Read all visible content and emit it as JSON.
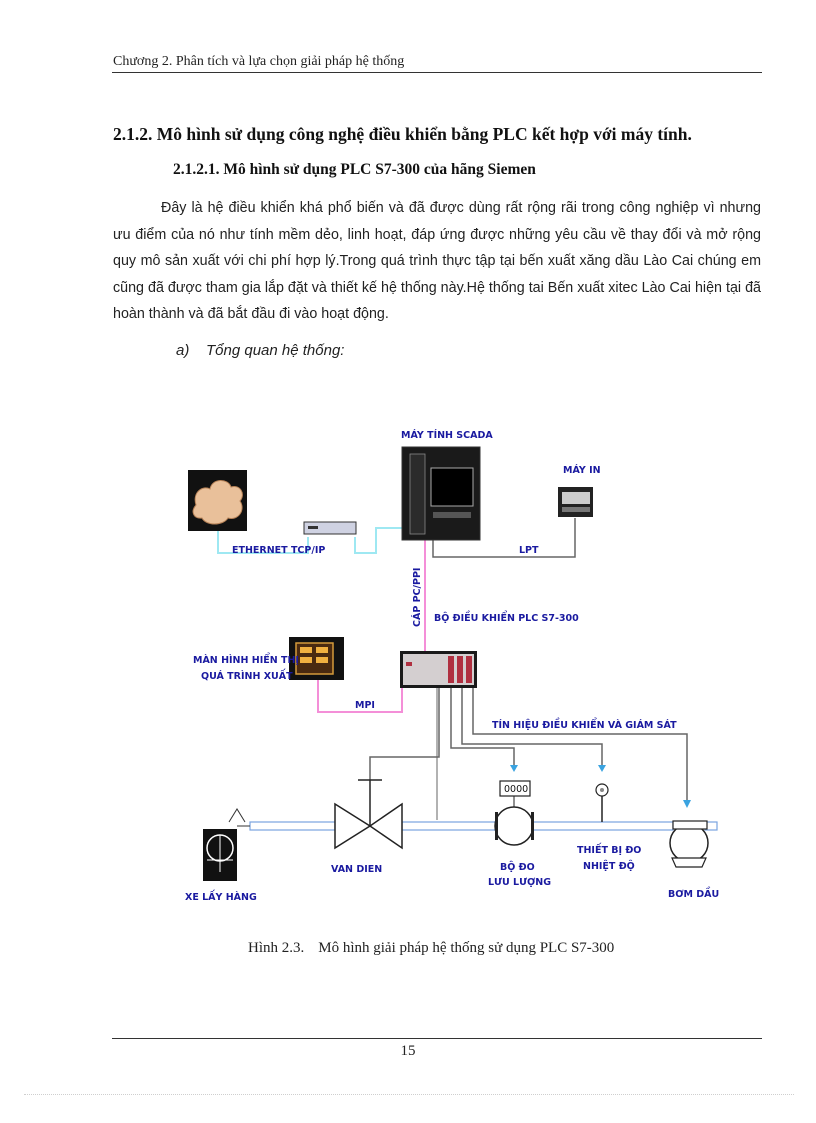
{
  "header": {
    "chapter_title": "Chương 2. Phân tích và lựa chọn giải pháp hệ thống"
  },
  "section": {
    "heading": "2.1.2.  Mô hình sử dụng công nghệ điều khiển bằng PLC kết hợp với  máy tính.",
    "subheading": "2.1.2.1. Mô hình sử dụng PLC S7-300 của hãng Siemen",
    "paragraph": "Đây là hệ điều khiển khá phổ biến và đã được dùng rất rộng rãi trong công nghiệp vì nhưng ưu điểm của nó như tính mềm dẻo, linh hoạt, đáp ứng được những  yêu cầu về thay đổi và mở rộng quy mô sản xuất với chi phí hợp lý.Trong  quá trình thực tập tại bến xuất xăng  dầu Lào  Cai  chúng  em  cũng  đã  được  tham  gia lắp đặt  và  thiết kế hệ thống này.Hệ thống tai Bến xuất xitec Lào Cai hiện tại đã hoàn thành và đã bắt đầu đi vào  hoạt động.",
    "list_marker": "a)",
    "list_item": "Tổng quan hệ thống:"
  },
  "diagram": {
    "labels": {
      "scada": "MÁY TÍNH SCADA",
      "printer": "MÁY IN",
      "ethernet": "ETHERNET TCP/IP",
      "lpt": "LPT",
      "cable": "CÁP PC/PPI",
      "plc": "BỘ ĐIỀU KHIỂN PLC S7-300",
      "hmi_line1": "MÀN HÌNH HIỂN THỊ",
      "hmi_line2": "QUÁ TRÌNH XUẤT",
      "mpi": "MPI",
      "signal": "TÍN HIỆU ĐIỀU KHIỂN VÀ GIÁM SÁT",
      "meter_display": "0000",
      "tanker": "XE LẤY HÀNG",
      "valve": "VAN DIEN",
      "flow_line1": "BỘ ĐO",
      "flow_line2": "LƯU LƯỢNG",
      "temp_line1": "THIẾT BỊ ĐO",
      "temp_line2": "NHIỆT ĐỘ",
      "pump": "BƠM DẦU"
    }
  },
  "figure": {
    "number": "Hình 2.3.",
    "caption": "Mô hình giải pháp hệ thống sử dụng PLC S7-300"
  },
  "footer": {
    "page_number": "15"
  }
}
